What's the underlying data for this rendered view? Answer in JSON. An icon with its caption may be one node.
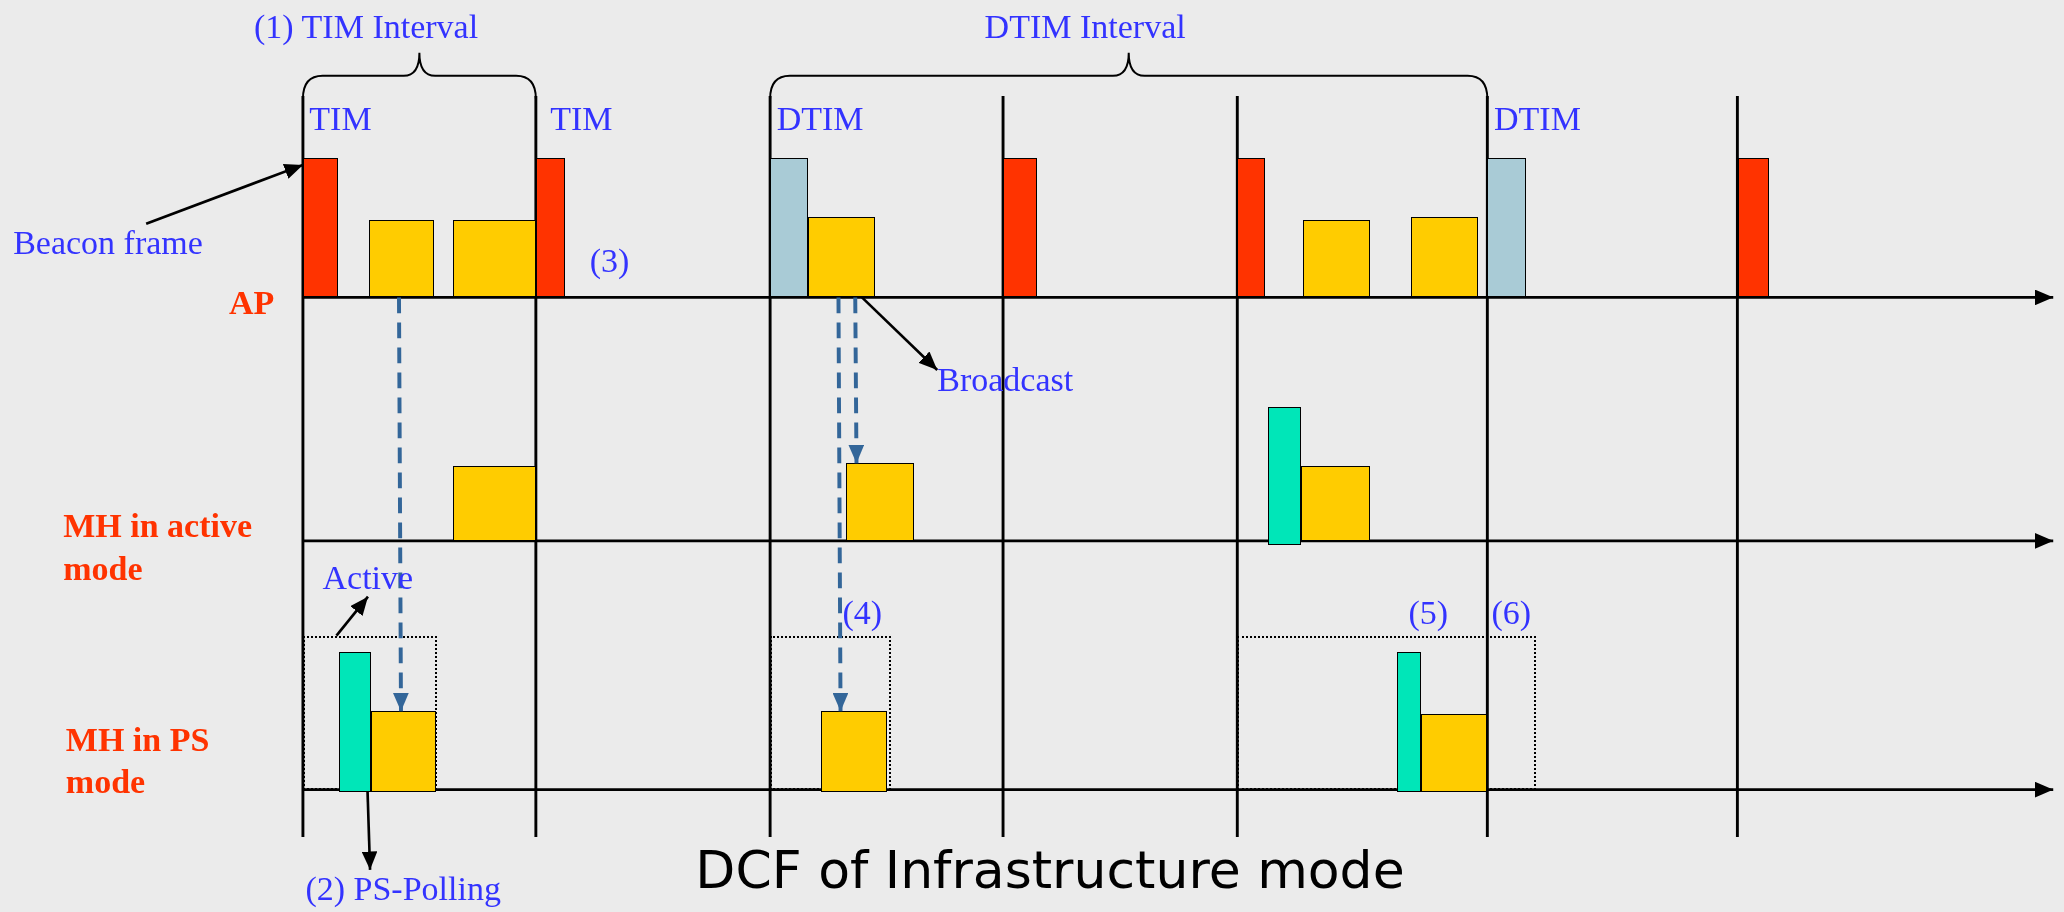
{
  "diagram": {
    "caption": "DCF of Infrastructure mode",
    "nodes": [
      {
        "text": [
          "Beacon frame"
        ]
      },
      {
        "text": [],
        "shape": "bar"
      },
      {
        "text": [],
        "shape": "bar"
      },
      {
        "text": [],
        "shape": "bar"
      },
      {
        "text": [],
        "shape": "bar"
      },
      {
        "text": [],
        "shape": "bar"
      },
      {
        "text": [],
        "shape": "bar"
      },
      {
        "text": [],
        "shape": "bar"
      },
      {
        "text": [],
        "shape": "bar"
      },
      {
        "text": [],
        "shape": "bar"
      },
      {
        "text": [],
        "shape": "bar"
      },
      {
        "text": [],
        "shape": "bar"
      },
      {
        "text": [],
        "shape": "bar"
      },
      {
        "text": [
          "Broadcast"
        ]
      },
      {
        "text": [],
        "shape": "bar"
      },
      {
        "text": [],
        "shape": "bar"
      },
      {
        "text": [],
        "shape": "bar"
      },
      {
        "text": [],
        "shape": "bar"
      },
      {
        "text": [
          "Active"
        ]
      },
      {
        "text": [],
        "shape": "box"
      },
      {
        "text": [],
        "shape": "bar",
        "in": 19
      },
      {
        "text": [],
        "shape": "bar",
        "in": 19
      },
      {
        "text": [],
        "shape": "box"
      },
      {
        "text": [],
        "shape": "bar",
        "in": 22
      },
      {
        "text": [],
        "shape": "box"
      },
      {
        "text": [],
        "shape": "bar",
        "in": 24
      },
      {
        "text": [],
        "shape": "bar",
        "in": 24
      },
      {
        "text": [
          "(2) PS-Polling"
        ]
      }
    ],
    "edges": [
      {
        "from": 0,
        "to": 1,
        "arrow": "to"
      },
      {
        "from": 6,
        "to": 13,
        "arrow": "to"
      },
      {
        "from": 19,
        "to": 18,
        "arrow": "to"
      },
      {
        "from": 20,
        "to": 27,
        "arrow": "to"
      },
      {
        "from": 2,
        "to": 21,
        "arrow": "to",
        "style": "dashed",
        "color": "#336699"
      },
      {
        "from": 6,
        "to": 15,
        "arrow": "to",
        "style": "dashed",
        "color": "#336699"
      },
      {
        "from": 6,
        "to": 23,
        "arrow": "to",
        "style": "dashed",
        "color": "#336699"
      }
    ],
    "labels": [
      "(1) TIM Interval",
      "DTIM Interval",
      "TIM",
      "TIM",
      "DTIM",
      "DTIM",
      "(3)",
      "AP",
      "MH in active mode",
      "(4)",
      "(5)",
      "(6)",
      "MH in PS mode"
    ]
  }
}
